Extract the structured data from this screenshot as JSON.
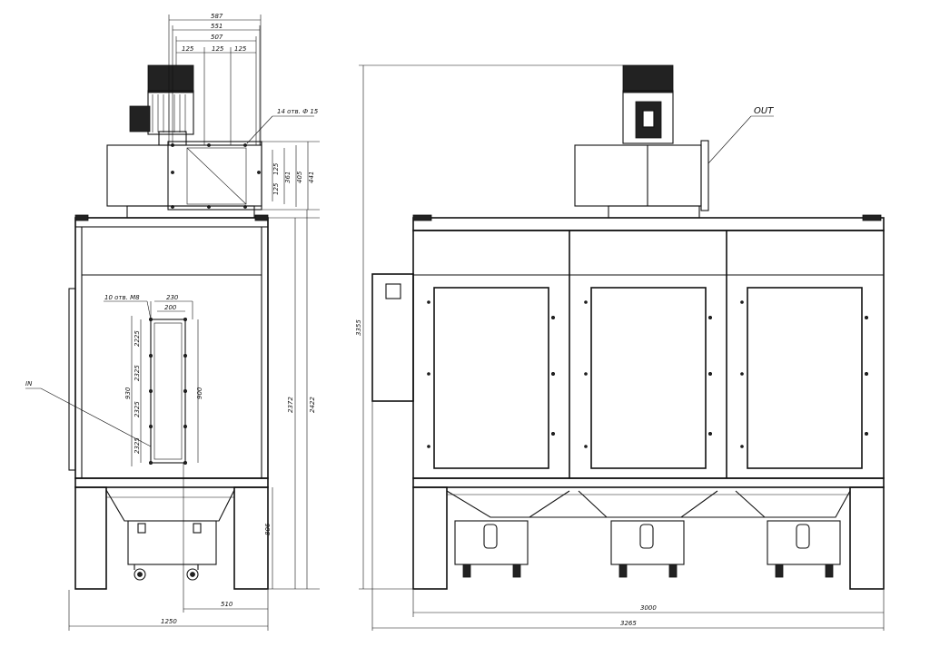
{
  "labels": {
    "in": "IN",
    "out": "OUT",
    "flange_top_holes": "14 отв. Ф 15",
    "flange_side_holes": "10 отв. M8"
  },
  "dimensions": {
    "top_587": "587",
    "top_551": "551",
    "top_507": "507",
    "top_125a": "125",
    "top_125b": "125",
    "top_125c": "125",
    "outlet_125a": "125",
    "outlet_361": "361",
    "outlet_405": "405",
    "outlet_441": "441",
    "outlet_125b": "125",
    "inlet_230": "230",
    "inlet_200": "200",
    "inlet_2225a": "2225",
    "inlet_2325b": "2325",
    "inlet_2325c": "2325",
    "inlet_2325d": "2325",
    "inlet_930": "930",
    "inlet_900": "900",
    "side_2372": "2372",
    "side_2422": "2422",
    "side_806": "806",
    "bottom_510": "510",
    "bottom_1250": "1250",
    "front_3355": "3355",
    "front_3000": "3000",
    "front_3265": "3265"
  }
}
